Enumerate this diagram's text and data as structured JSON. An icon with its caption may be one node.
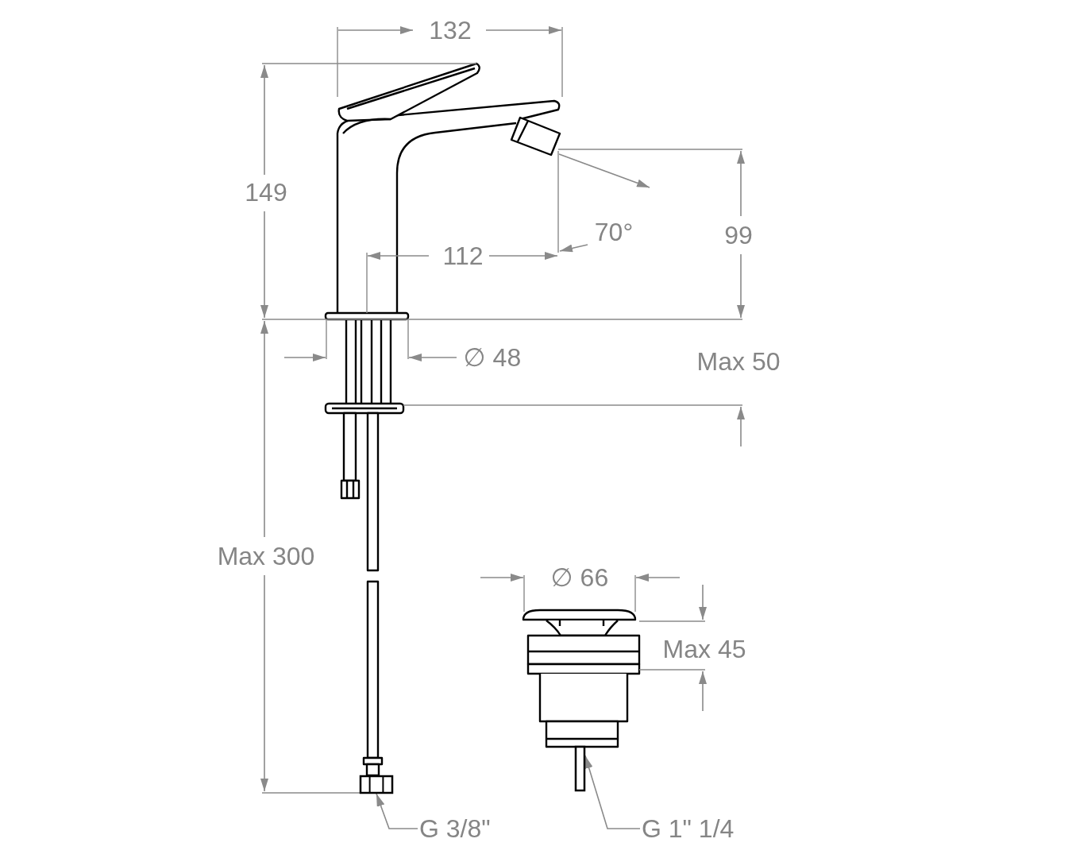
{
  "diagram": {
    "nodes": [
      {
        "text": [],
        "shape": "picture"
      },
      {
        "text": [],
        "shape": "bar"
      },
      {
        "text": [
          "G 3/8\""
        ]
      },
      {
        "text": [
          "G 1\" 1/4"
        ]
      }
    ],
    "edges": [
      {
        "from": 2,
        "to": 0,
        "arrow": "to"
      },
      {
        "from": 3,
        "to": 1,
        "arrow": "to"
      }
    ],
    "labels": [
      "132",
      "149",
      "70°",
      "112",
      "99",
      "∅ 48",
      "Max 50",
      "Max 300",
      "∅ 66",
      "Max 45"
    ]
  }
}
